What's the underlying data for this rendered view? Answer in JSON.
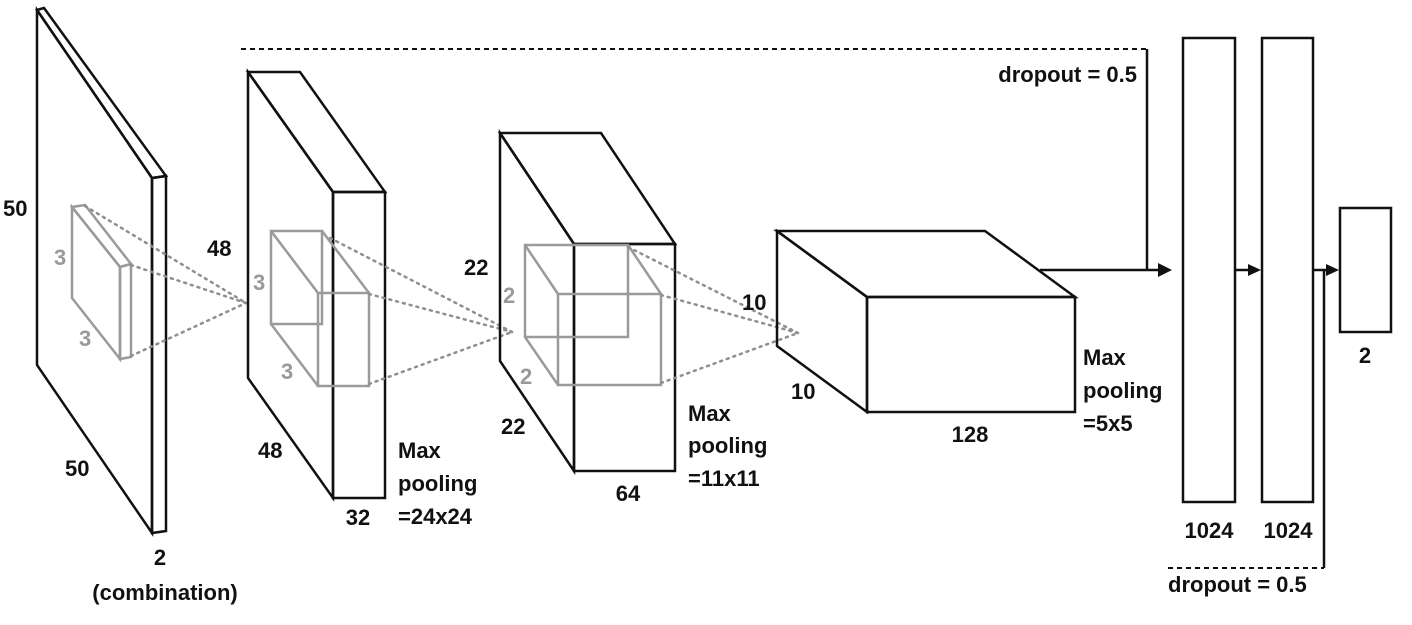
{
  "layers": {
    "input": {
      "height": "50",
      "width": "50",
      "depth": "2",
      "depth_note": "(combination)",
      "kernel_a": "3",
      "kernel_b": "3"
    },
    "conv1": {
      "height": "48",
      "width": "48",
      "depth": "32",
      "kernel_a": "3",
      "kernel_b": "3",
      "pool_line1": "Max",
      "pool_line2": "pooling",
      "pool_line3": "=24x24"
    },
    "conv2": {
      "height": "22",
      "width": "22",
      "depth": "64",
      "kernel_a": "2",
      "kernel_b": "2",
      "pool_line1": "Max",
      "pool_line2": "pooling",
      "pool_line3": "=11x11"
    },
    "conv3": {
      "height": "10",
      "width": "10",
      "depth": "128",
      "pool_line1": "Max",
      "pool_line2": "pooling",
      "pool_line3": "=5x5"
    },
    "fc1": {
      "size": "1024"
    },
    "fc2": {
      "size": "1024"
    },
    "output": {
      "size": "2"
    }
  },
  "dropout": {
    "top": "dropout = 0.5",
    "bottom": "dropout = 0.5"
  }
}
